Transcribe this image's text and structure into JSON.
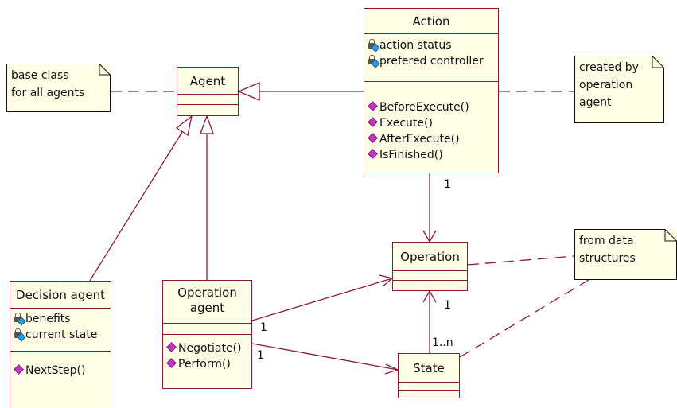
{
  "classes": {
    "agent": {
      "name": "Agent"
    },
    "action": {
      "name": "Action",
      "attributes": [
        "action status",
        "prefered controller"
      ],
      "operations": [
        "BeforeExecute()",
        "Execute()",
        "AfterExecute()",
        "IsFinished()"
      ]
    },
    "operation": {
      "name": "Operation"
    },
    "state": {
      "name": "State"
    },
    "decision_agent": {
      "name": "Decision agent",
      "attributes": [
        "benefits",
        "current state"
      ],
      "operations": [
        "NextStep()"
      ]
    },
    "operation_agent": {
      "name_line1": "Operation",
      "name_line2": "agent",
      "operations": [
        "Negotiate()",
        "Perform()"
      ]
    }
  },
  "notes": {
    "base": {
      "line1": "base class",
      "line2": "for all agents"
    },
    "created": {
      "line1": "created by",
      "line2": "operation",
      "line3": "agent"
    },
    "data": {
      "line1": "from data",
      "line2": "structures"
    }
  },
  "multiplicities": {
    "action_operation": "1",
    "state_operation_top": "1",
    "state_operation_bottom": "1..n",
    "opagent_operation": "1",
    "opagent_state": "1"
  },
  "colors": {
    "line": "#8b1a3a",
    "fill": "#fffde6"
  }
}
